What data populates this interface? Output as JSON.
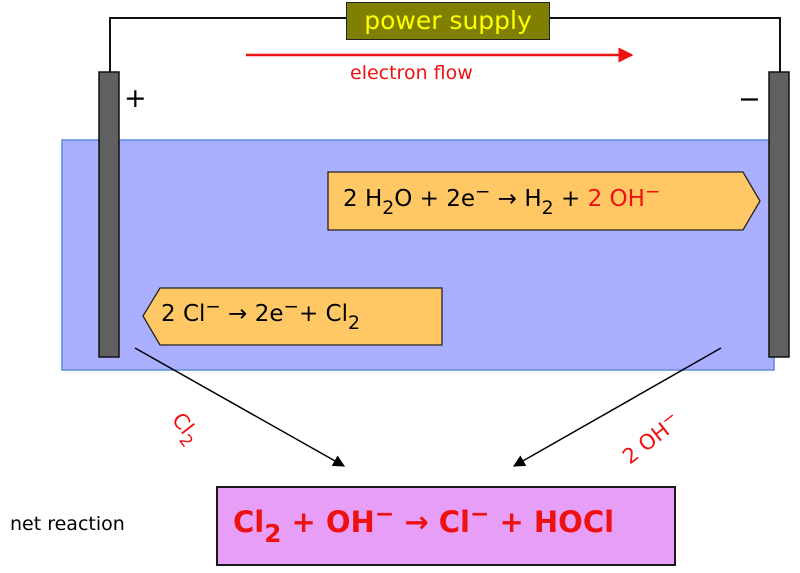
{
  "power_supply": {
    "label": "power supply"
  },
  "electron_flow": {
    "label": "electron flow"
  },
  "electrodes": {
    "anode_sign": "+",
    "cathode_sign": "−"
  },
  "reactions": {
    "cathode": {
      "coef_water": "2 H",
      "water_sub": "2",
      "water_rest": "O + 2e",
      "e_sup": "−",
      "arrow_h": " → H",
      "h_sub": "2",
      "plus": " + ",
      "hydroxide": "2 OH",
      "hydroxide_sup": "−"
    },
    "anode": {
      "chloride": "2 Cl",
      "chloride_sup": "−",
      "arrow_e": " → 2e",
      "e_sup": "−",
      "plus_cl": "+  Cl",
      "cl_sub": "2"
    }
  },
  "products": {
    "cl2": {
      "main": "Cl",
      "sub": "2"
    },
    "oh": {
      "main": "2 OH",
      "sup": "−"
    }
  },
  "net_reaction": {
    "label": "net reaction",
    "cl": "Cl",
    "cl_sub": "2",
    "plus_oh": "  + OH",
    "oh_sup": "−",
    "arrow_cl": " → Cl",
    "cl_sup": "−",
    "plus_hocl": " + HOCl"
  },
  "colors": {
    "solution": "#aab0ff",
    "reaction_box": "#ffc864",
    "net_box": "#e69ef7",
    "power_box": "#7f7f00",
    "power_text": "#ffff00",
    "electrode": "#606060",
    "accent_red": "#ee1111"
  }
}
